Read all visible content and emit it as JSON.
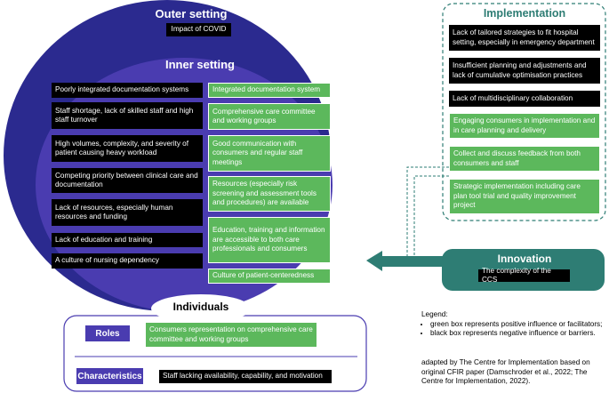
{
  "outer": {
    "title": "Outer setting",
    "covid": "Impact of COVID"
  },
  "inner": {
    "title": "Inner setting",
    "barriers": [
      "Poorly integrated documentation systems",
      "Staff shortage, lack of skilled staff and high staff turnover",
      "High volumes, complexity, and severity of patient causing heavy workload",
      "Competing priority between clinical care and documentation",
      "Lack of resources,  especially human resources and funding",
      "Lack of education and training",
      "A culture of nursing dependency"
    ],
    "facilitators": [
      "Integrated documentation system",
      "Comprehensive care committee and working groups",
      "Good communication with consumers and regular staff meetings",
      "Resources (especially risk screening and assessment tools and procedures) are available",
      "Education, training and information are accessible to both care professionals and consumers",
      "Culture of patient-centeredness"
    ]
  },
  "implementation": {
    "title": "Implementation",
    "barriers": [
      "Lack of tailored strategies to fit hospital setting, especially in emergency department",
      "Insufficient planning and adjustments and lack of cumulative optimisation practices",
      "Lack of multidisciplinary collaboration"
    ],
    "facilitators": [
      "Engaging consumers in implementation and in care planning and delivery",
      "Collect and discuss feedback from both consumers and staff",
      "Strategic implementation including care plan tool trial and quality improvement project"
    ]
  },
  "innovation": {
    "title": "Innovation",
    "item": "The complexity of the CCS"
  },
  "individuals": {
    "title": "Individuals",
    "roles_label": "Roles",
    "roles_item": "Consumers representation on comprehensive care committee and working groups",
    "characteristics_label": "Characteristics",
    "characteristics_item": "Staff lacking availability, capability, and motivation"
  },
  "legend": {
    "title": "Legend:",
    "items": [
      "green box represents positive influence or facilitators;",
      "black box represents negative influence or barriers."
    ],
    "credit": "adapted by The Centre for Implementation based on original CFIR paper (Damschroder et al., 2022; The Centre for Implementation, 2022)."
  },
  "colors": {
    "outer_ellipse": "#2b2a8f",
    "inner_ellipse": "#4a3cb0",
    "teal": "#2e7d74",
    "green_box": "#5cb85c",
    "black_box": "#000000"
  }
}
